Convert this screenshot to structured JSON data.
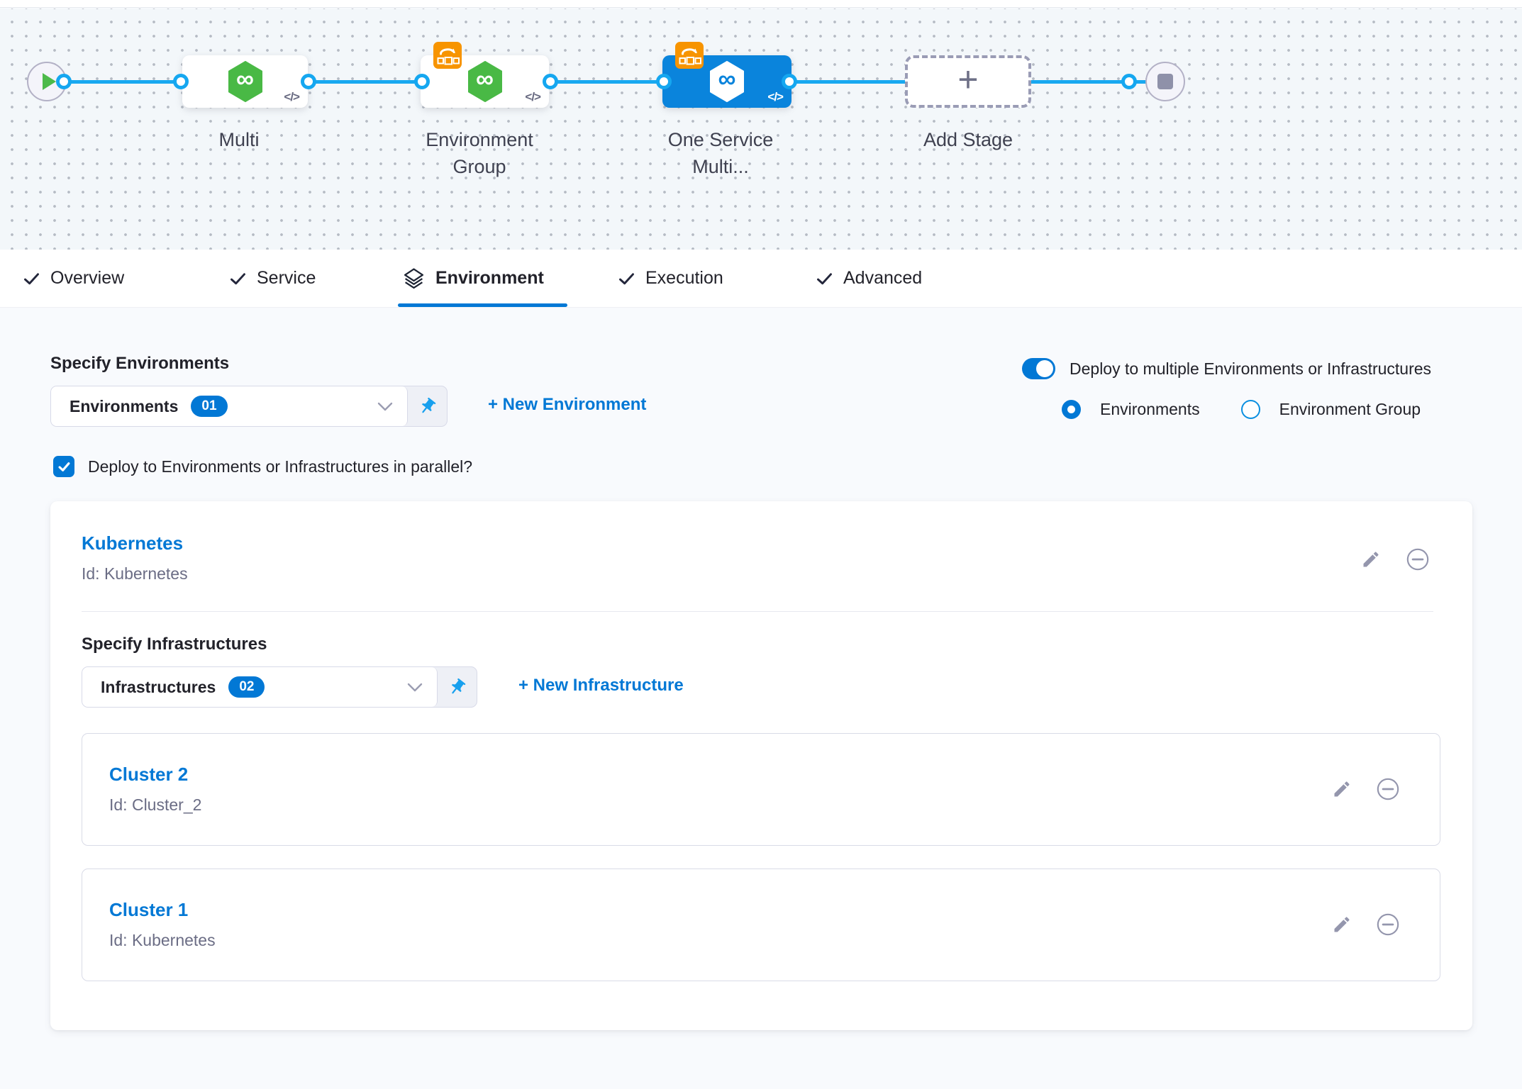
{
  "pipeline": {
    "nodes": [
      {
        "label": "Multi",
        "kind": "stage",
        "selected": false,
        "badge": false
      },
      {
        "label": "Environment Group",
        "kind": "stage",
        "selected": false,
        "badge": true
      },
      {
        "label": "One Service Multi...",
        "kind": "stage",
        "selected": true,
        "badge": true
      },
      {
        "label": "Add Stage",
        "kind": "add"
      }
    ]
  },
  "icons": {
    "infinity": "∞",
    "code": "</>",
    "plus": "+"
  },
  "tabs": [
    {
      "label": "Overview",
      "state": "complete"
    },
    {
      "label": "Service",
      "state": "complete"
    },
    {
      "label": "Environment",
      "state": "active"
    },
    {
      "label": "Execution",
      "state": "complete"
    },
    {
      "label": "Advanced",
      "state": "complete"
    }
  ],
  "environment": {
    "heading": "Specify Environments",
    "environments_dropdown": {
      "label": "Environments",
      "count": "01"
    },
    "new_environment_link": "+ New Environment",
    "toggle_label": "Deploy to multiple Environments or Infrastructures",
    "radio_environments": "Environments",
    "radio_environment_group": "Environment Group",
    "parallel_checkbox_label": "Deploy to Environments or Infrastructures in parallel?",
    "card": {
      "name": "Kubernetes",
      "id": "Id: Kubernetes",
      "infra_heading": "Specify Infrastructures",
      "infrastructures_dropdown": {
        "label": "Infrastructures",
        "count": "02"
      },
      "new_infrastructure_link": "+ New Infrastructure",
      "infrastructures": [
        {
          "name": "Cluster 2",
          "id": "Id: Cluster_2"
        },
        {
          "name": "Cluster 1",
          "id": "Id: Kubernetes"
        }
      ]
    }
  },
  "colors": {
    "accent_blue": "#0278d5",
    "connector_blue": "#15a7f0",
    "selected_node_blue": "#0a84dc",
    "service_green": "#49b945",
    "rollout_orange": "#f79400",
    "muted_gray": "#6b6d85",
    "icon_gray": "#9496ad"
  }
}
